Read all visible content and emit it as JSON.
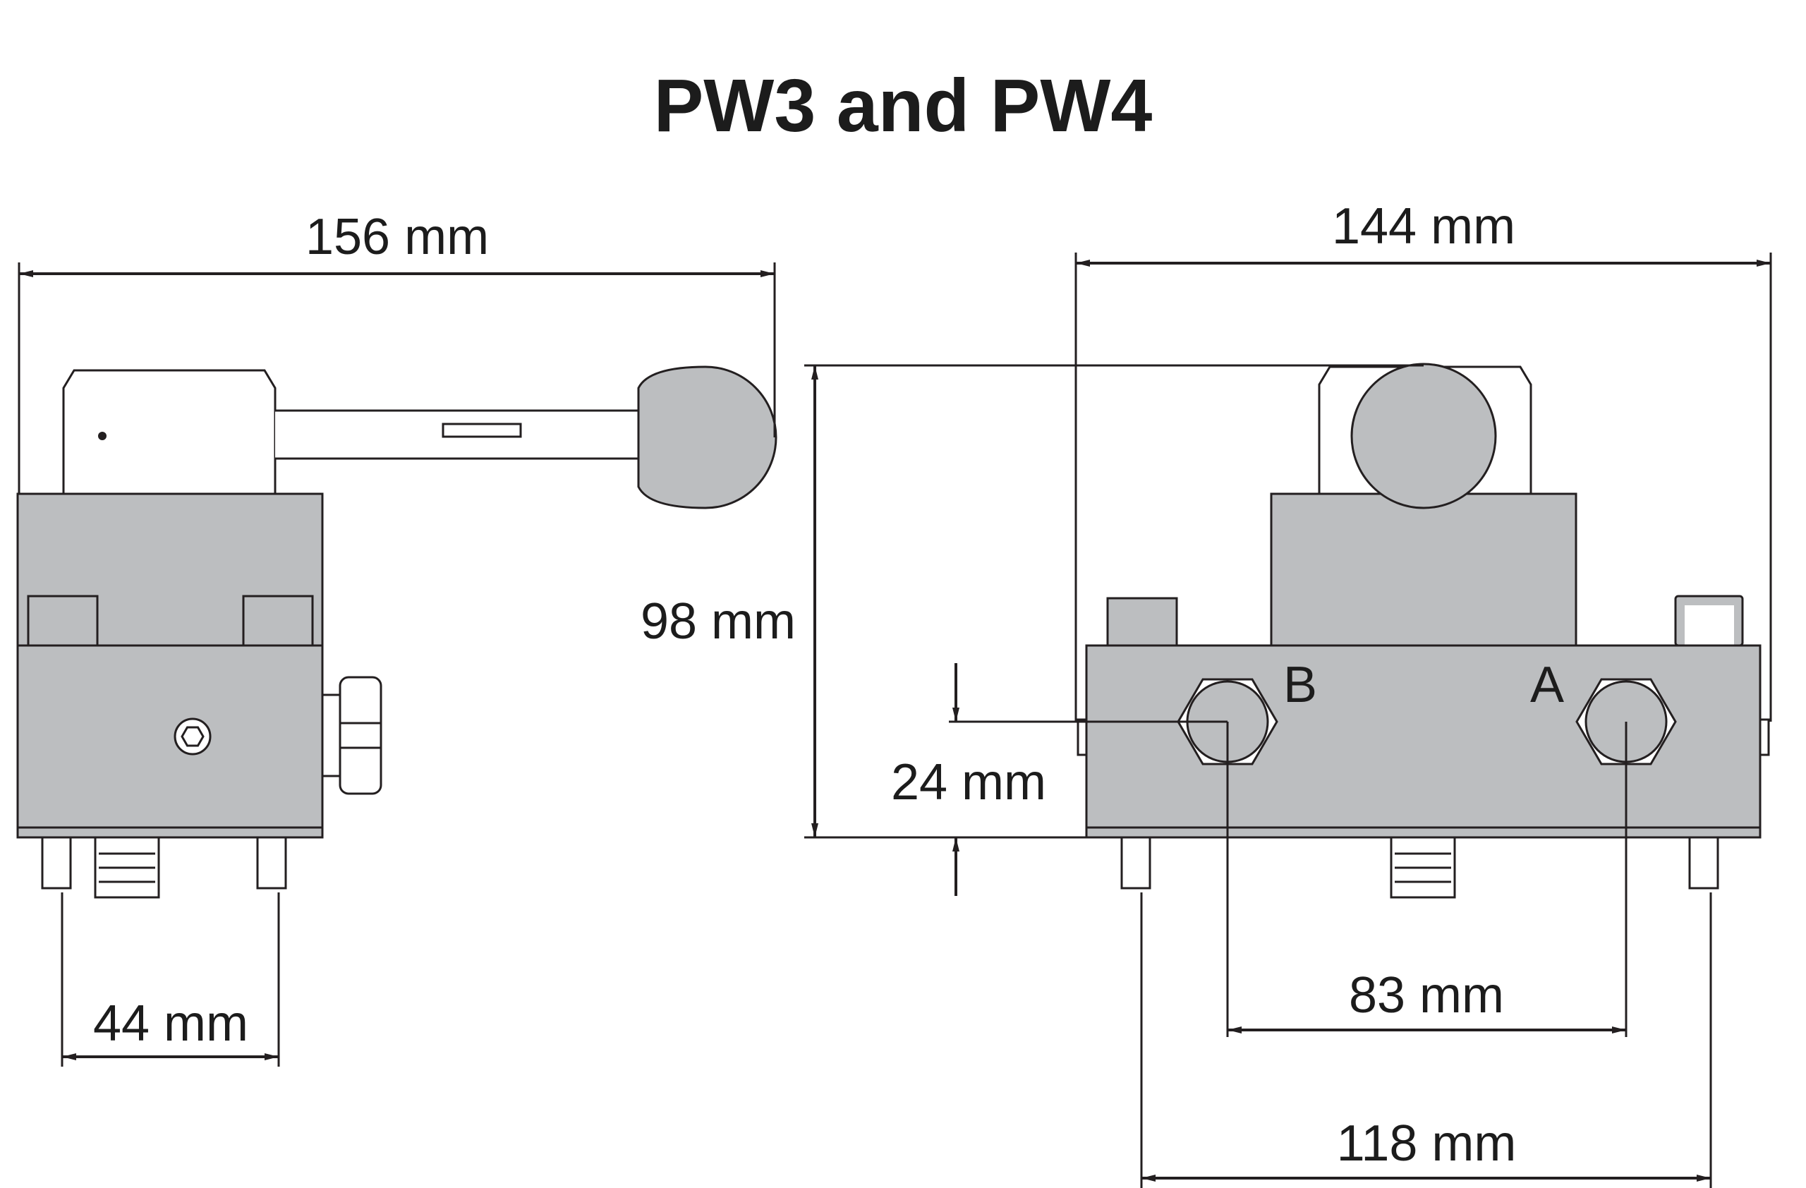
{
  "title": "PW3 and PW4",
  "dimensions": {
    "left_width": "156 mm",
    "right_width": "144 mm",
    "height": "98 mm",
    "port_height": "24 mm",
    "left_bolt_spacing": "44 mm",
    "port_spacing": "83 mm",
    "right_bolt_spacing": "118 mm"
  },
  "ports": {
    "a": "A",
    "b": "B"
  },
  "colors": {
    "body": "#bcbec0",
    "line": "#231f20"
  }
}
